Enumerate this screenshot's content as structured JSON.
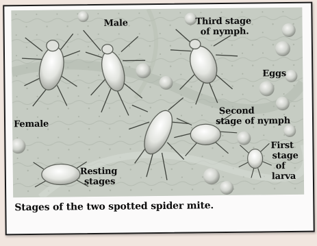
{
  "figure": {
    "labels": {
      "male": "Male",
      "third_stage_line1": "Third stage",
      "third_stage_line2": "of nymph.",
      "eggs": "Eggs",
      "female": "Female",
      "second_stage_line1": "Second",
      "second_stage_line2": "stage of nymph",
      "resting_line1": "Resting",
      "resting_line2": "stages",
      "first_stage_line1": "First",
      "first_stage_line2": "stage",
      "first_stage_line3": "of",
      "first_stage_line4": "larva"
    },
    "caption": "Stages of the two spotted spider mite."
  }
}
